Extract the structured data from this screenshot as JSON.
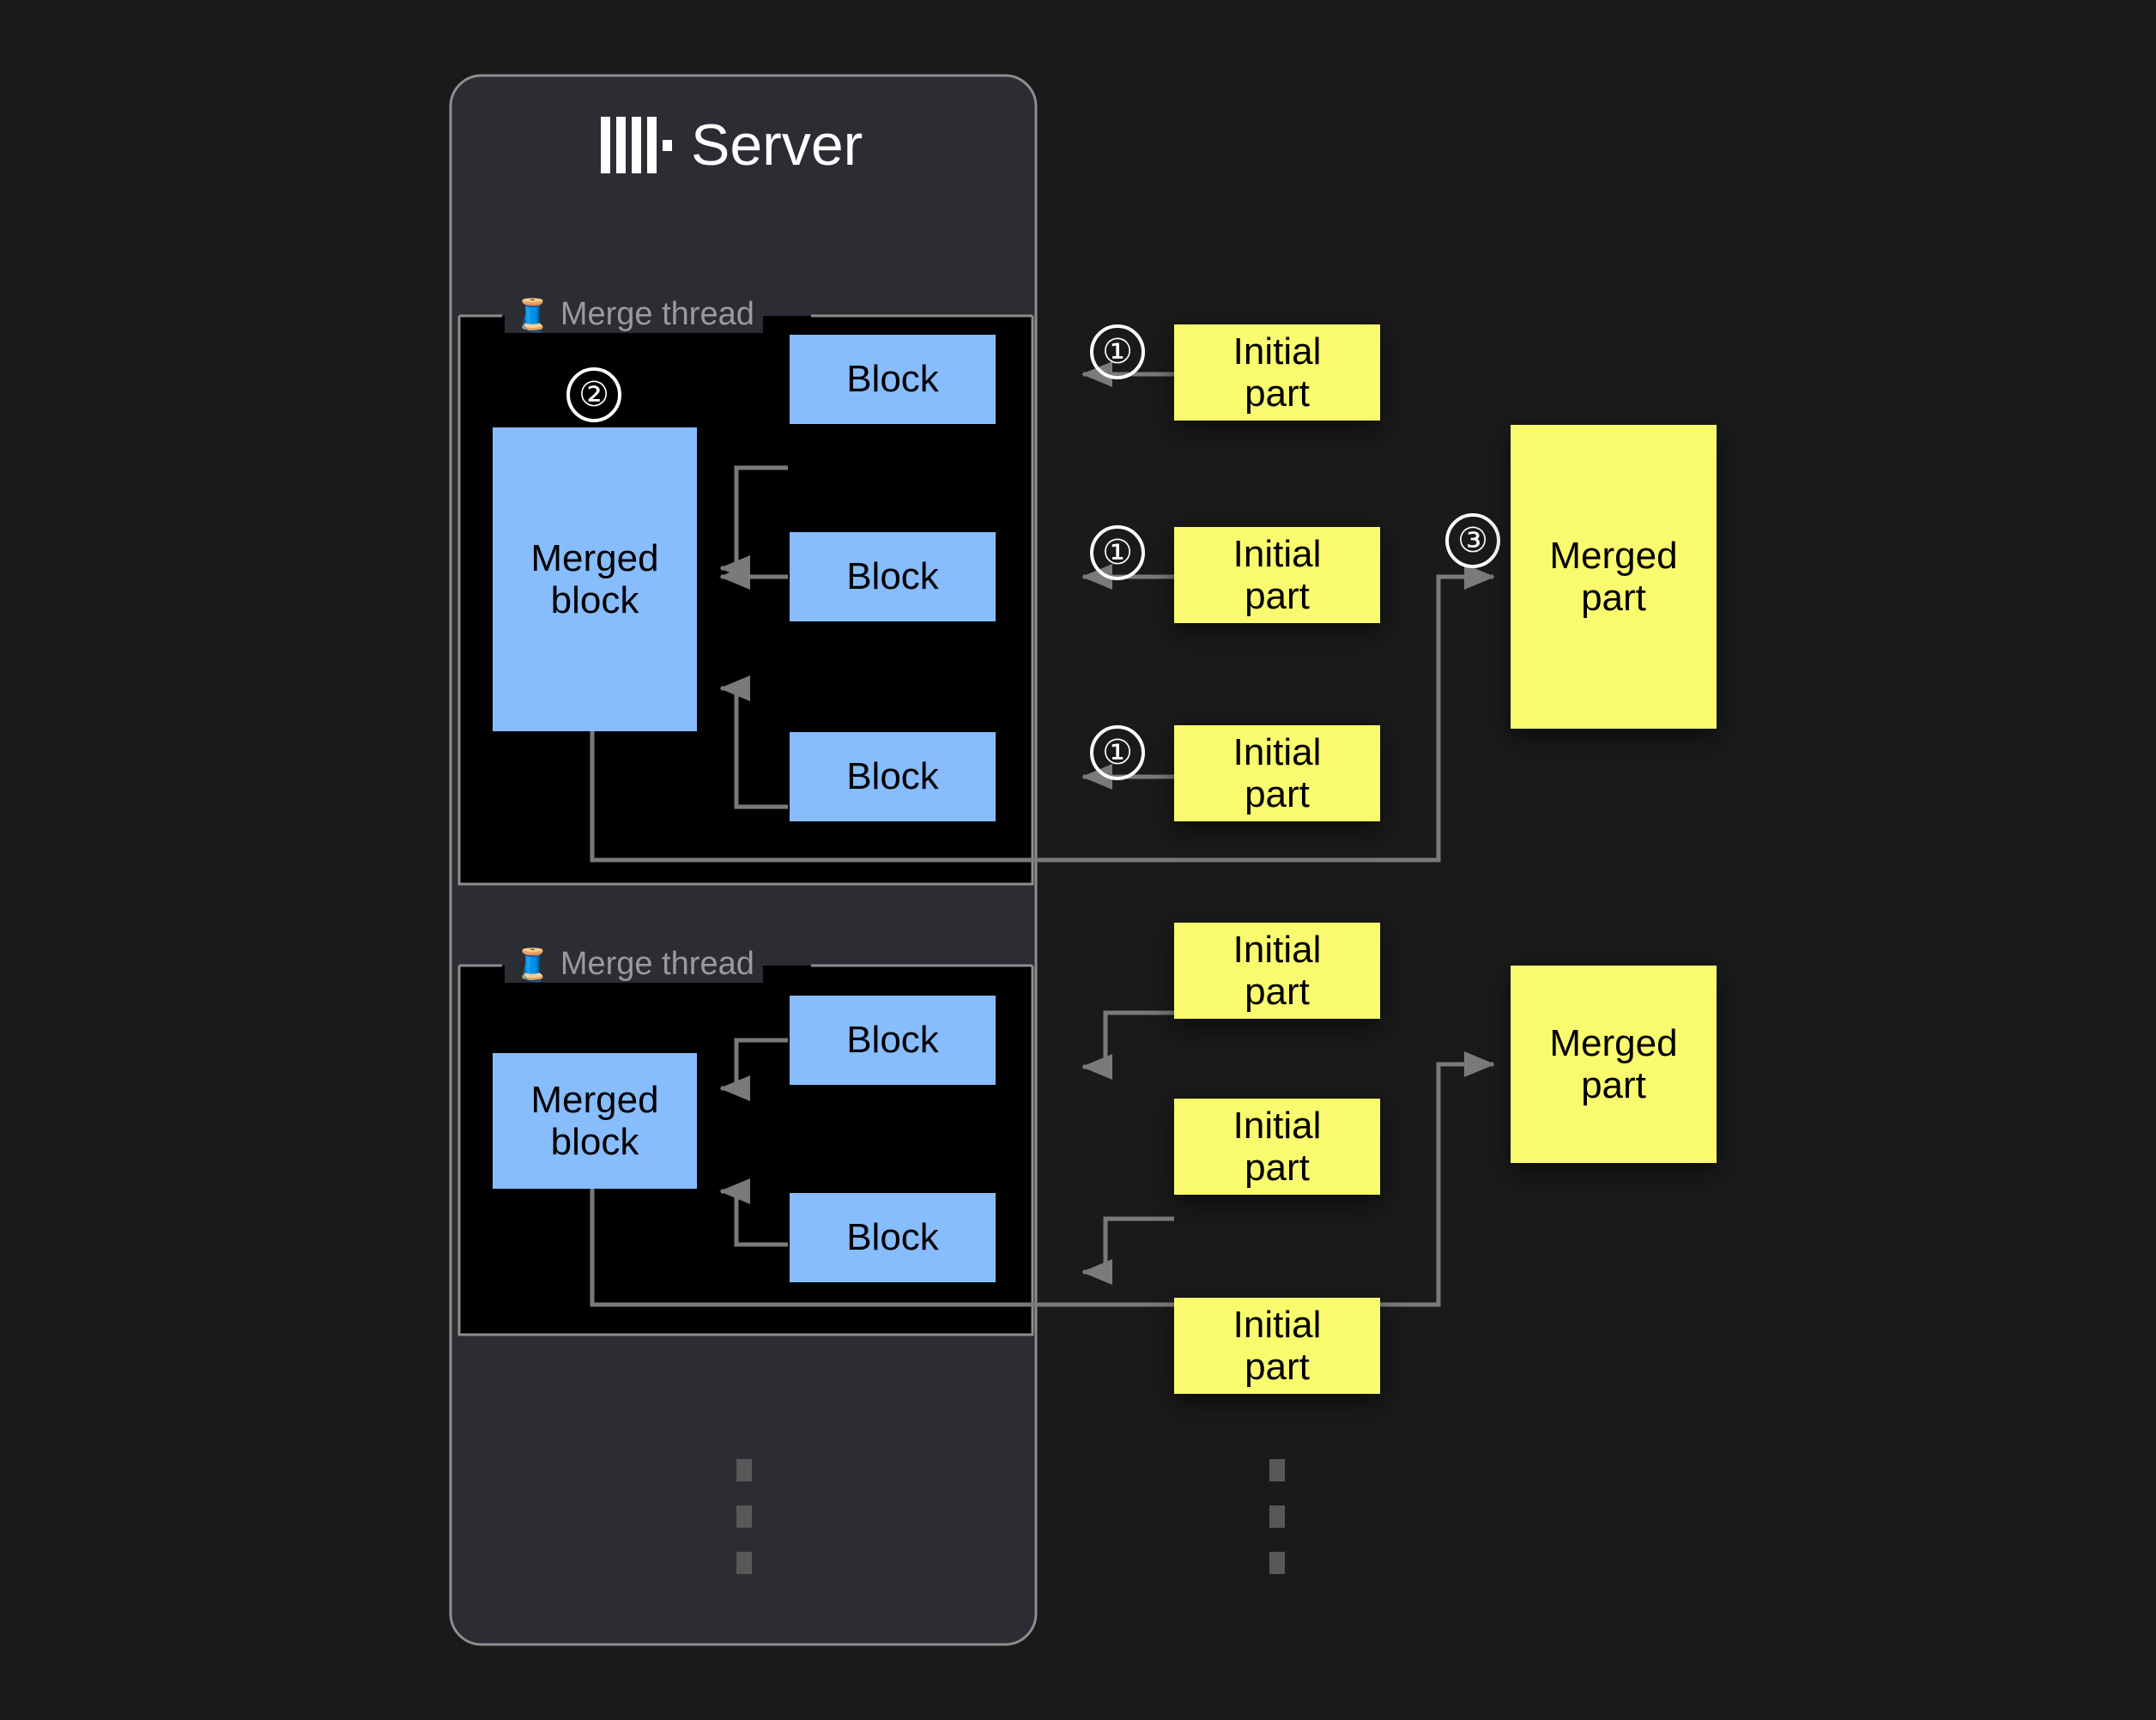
{
  "page": {
    "background": "#1a1a1a",
    "card_background": "#2b2d33",
    "region_background": "#000000",
    "blue": "#87bcfd",
    "yellow": "#fafa6e",
    "line_color": "#7a7a7a",
    "legend_color": "#9a9a9a"
  },
  "card": {
    "title": "Server",
    "logo_icon": "clickhouse-logo-icon"
  },
  "threads": [
    {
      "legend": "Merge thread",
      "legend_icon": "thread-spool-icon",
      "step_marker": "②",
      "merged_block": "Merged\nblock",
      "merged_block_line1": "Merged",
      "merged_block_line2": "block",
      "blocks": [
        "Block",
        "Block",
        "Block"
      ]
    },
    {
      "legend": "Merge thread",
      "legend_icon": "thread-spool-icon",
      "merged_block_line1": "Merged",
      "merged_block_line2": "block",
      "blocks": [
        "Block",
        "Block"
      ]
    }
  ],
  "initial_parts": [
    {
      "line1": "Initial",
      "line2": "part",
      "marker": "①"
    },
    {
      "line1": "Initial",
      "line2": "part",
      "marker": "①"
    },
    {
      "line1": "Initial",
      "line2": "part",
      "marker": "①"
    },
    {
      "line1": "Initial",
      "line2": "part",
      "marker": ""
    },
    {
      "line1": "Initial",
      "line2": "part",
      "marker": ""
    },
    {
      "line1": "Initial",
      "line2": "part",
      "marker": ""
    }
  ],
  "merged_parts": [
    {
      "line1": "Merged",
      "line2": "part",
      "marker": "③"
    },
    {
      "line1": "Merged",
      "line2": "part",
      "marker": ""
    }
  ],
  "ellipsis": {
    "inside_card": "vertical-ellipsis",
    "outside_card": "vertical-ellipsis"
  }
}
